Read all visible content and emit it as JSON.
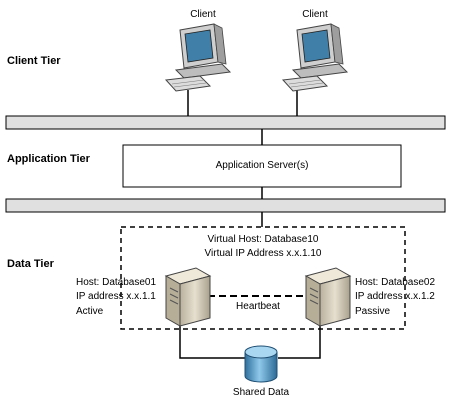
{
  "tiers": {
    "client": "Client Tier",
    "application": "Application Tier",
    "data": "Data Tier"
  },
  "clients": [
    "Client",
    "Client"
  ],
  "app_server": "Application Server(s)",
  "virtual_host": {
    "line1": "Virtual Host: Database10",
    "line2": "Virtual IP Address x.x.1.10"
  },
  "db_left": {
    "host": "Host: Database01",
    "ip": "IP address x.x.1.1",
    "state": "Active"
  },
  "db_right": {
    "host": "Host: Database02",
    "ip": "IP address x.x.1.2",
    "state": "Passive"
  },
  "heartbeat": "Heartbeat",
  "shared_data": "Shared Data",
  "colors": {
    "network_bar": "#e0e0e0",
    "monitor_screen": "#3f7fa8",
    "computer_body": "#c8c8c8",
    "server_body": "#d9d2c0",
    "cylinder": "#5ba7d6"
  }
}
